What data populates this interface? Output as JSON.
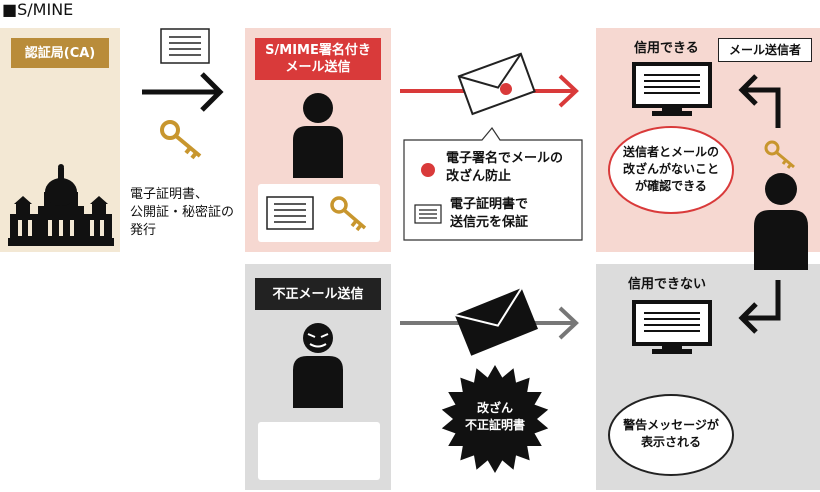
{
  "title": "■S/MINE",
  "ca": {
    "label": "認証局(CA)",
    "issue_lines": [
      "電子証明書、",
      "公開証・秘密証の",
      "発行"
    ]
  },
  "legit_sender": {
    "label_lines": [
      "S/MIME署名付き",
      "メール送信"
    ]
  },
  "legend": {
    "signature_lines": [
      "電子署名でメールの",
      "改ざん防止"
    ],
    "certificate_lines": [
      "電子証明書で",
      "送信元を保証"
    ]
  },
  "trusted": {
    "heading": "信用できる",
    "recipient_label": "メール送信者",
    "bubble_lines": [
      "送信者とメールの",
      "改ざんがないこと",
      "が確認できる"
    ]
  },
  "fraud_sender": {
    "label": "不正メール送信"
  },
  "tampered": {
    "lines": [
      "改ざん",
      "不正証明書"
    ]
  },
  "untrusted": {
    "heading": "信用できない",
    "bubble_lines": [
      "警告メッセージが",
      "表示される"
    ]
  },
  "colors": {
    "ca_panel": "#f3e8d4",
    "ca_label": "#b98c3a",
    "pink_panel": "#f6d8d1",
    "red": "#d93a3a",
    "gray_panel": "#dcdcdc",
    "dark": "#222222",
    "key": "#c8962e"
  }
}
